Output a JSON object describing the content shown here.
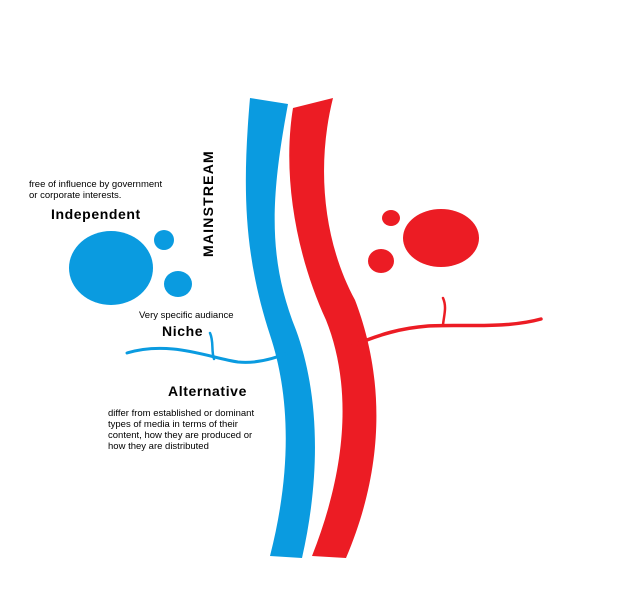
{
  "colors": {
    "blue": "#0a9be0",
    "red": "#ec1c24",
    "text": "#000000",
    "background": "#ffffff"
  },
  "labels": {
    "mainstream": "MAINSTREAM",
    "independent_title": "Independent",
    "independent_desc": "free of influence by government\nor corporate interests.",
    "niche_title": "Niche",
    "niche_desc": "Very specific audiance",
    "alternative_title": "Alternative",
    "alternative_desc": " differ from established or dominant\ntypes of media in terms of their\ncontent, how they are produced or\nhow they are distributed"
  }
}
